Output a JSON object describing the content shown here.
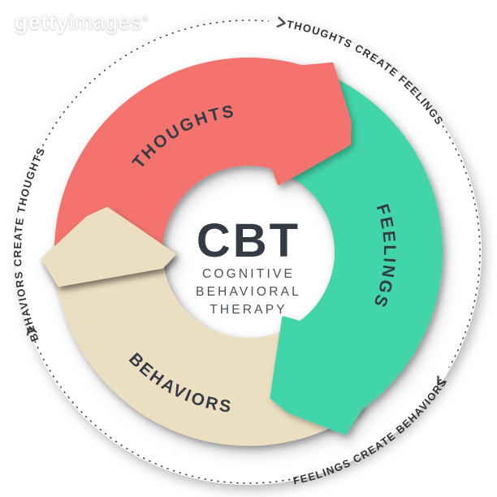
{
  "watermark": {
    "brand_bold": "getty",
    "brand_light": "images",
    "registered": "®",
    "color": "#ffffff"
  },
  "center": {
    "acronym": "CBT",
    "subtitle_lines": [
      "COGNITIVE",
      "BEHAVIORAL",
      "THERAPY"
    ],
    "acronym_color": "#343b44",
    "subtitle_color": "#4a525a"
  },
  "diagram": {
    "segments": [
      {
        "id": "thoughts",
        "label": "THOUGHTS",
        "color": "#f4736e"
      },
      {
        "id": "feelings",
        "label": "FEELINGS",
        "color": "#42d5a9"
      },
      {
        "id": "behaviors",
        "label": "BEHAVIORS",
        "color": "#ecdfc1"
      }
    ],
    "segment_label_color": "#343c45",
    "outer_labels": [
      {
        "id": "thoughts-create-feelings",
        "text": "THOUGHTS CREATE FEELINGS"
      },
      {
        "id": "feelings-create-behaviors",
        "text": "FEELINGS CREATE BEHAVIORS"
      },
      {
        "id": "behaviors-create-thoughts",
        "text": "BEHAVIORS CREATE THOUGHTS"
      }
    ],
    "outer_label_color": "#333333",
    "ring_color": "#4b4b4b",
    "flow_direction": "clockwise"
  }
}
